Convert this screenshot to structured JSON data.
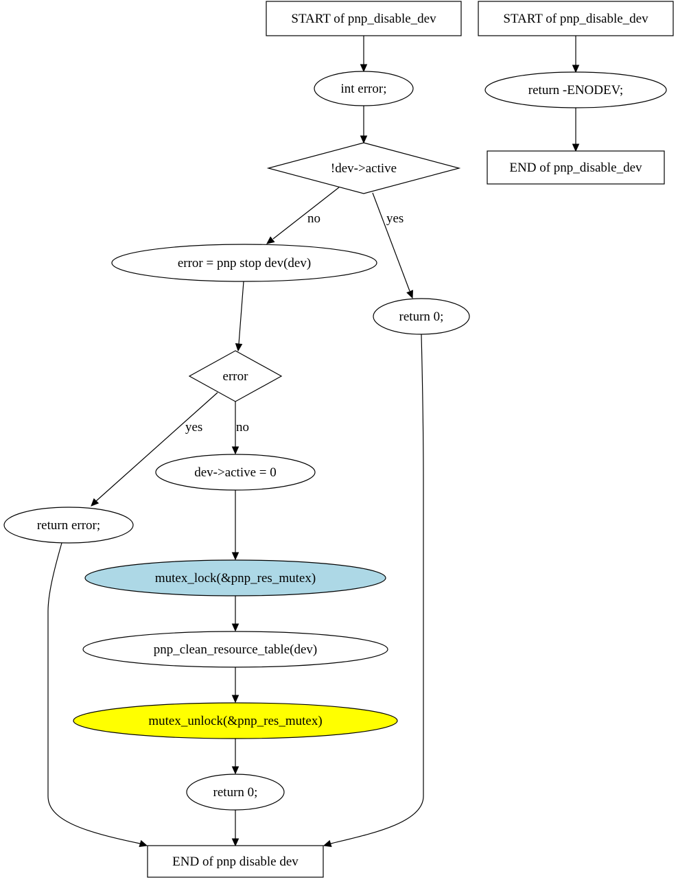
{
  "nodes": [
    {
      "id": "start1",
      "label": "START of pnp_disable_dev",
      "shape": "rect",
      "fill": "#ffffff"
    },
    {
      "id": "int_error",
      "label": "int error;",
      "shape": "ellipse",
      "fill": "#ffffff"
    },
    {
      "id": "dev_active_check",
      "label": "!dev->active",
      "shape": "diamond",
      "fill": "#ffffff"
    },
    {
      "id": "error_assign",
      "label": "error = pnp  stop  dev(dev)",
      "shape": "ellipse",
      "fill": "#ffffff"
    },
    {
      "id": "return0_a",
      "label": "return 0;",
      "shape": "ellipse",
      "fill": "#ffffff"
    },
    {
      "id": "error_check",
      "label": "error",
      "shape": "diamond",
      "fill": "#ffffff"
    },
    {
      "id": "set_inactive",
      "label": "dev->active = 0",
      "shape": "ellipse",
      "fill": "#ffffff"
    },
    {
      "id": "return_error",
      "label": "return error;",
      "shape": "ellipse",
      "fill": "#ffffff"
    },
    {
      "id": "mutex_lock",
      "label": "mutex_lock(&pnp_res_mutex)",
      "shape": "ellipse",
      "fill": "#add8e6"
    },
    {
      "id": "clean_table",
      "label": "pnp_clean_resource_table(dev)",
      "shape": "ellipse",
      "fill": "#ffffff"
    },
    {
      "id": "mutex_unlock",
      "label": "mutex_unlock(&pnp_res_mutex)",
      "shape": "ellipse",
      "fill": "#ffff00"
    },
    {
      "id": "return0_b",
      "label": "return 0;",
      "shape": "ellipse",
      "fill": "#ffffff"
    },
    {
      "id": "end1",
      "label": "END of pnp  disable  dev",
      "shape": "rect",
      "fill": "#ffffff"
    },
    {
      "id": "start2",
      "label": "START of pnp_disable_dev",
      "shape": "rect",
      "fill": "#ffffff"
    },
    {
      "id": "return_enodev",
      "label": "return -ENODEV;",
      "shape": "ellipse",
      "fill": "#ffffff"
    },
    {
      "id": "end2",
      "label": "END of pnp_disable_dev",
      "shape": "rect",
      "fill": "#ffffff"
    }
  ],
  "edges": [
    {
      "from": "start1",
      "to": "int_error",
      "label": ""
    },
    {
      "from": "int_error",
      "to": "dev_active_check",
      "label": ""
    },
    {
      "from": "dev_active_check",
      "to": "error_assign",
      "label": "no"
    },
    {
      "from": "dev_active_check",
      "to": "return0_a",
      "label": "yes"
    },
    {
      "from": "error_assign",
      "to": "error_check",
      "label": ""
    },
    {
      "from": "error_check",
      "to": "return_error",
      "label": "yes"
    },
    {
      "from": "error_check",
      "to": "set_inactive",
      "label": "no"
    },
    {
      "from": "set_inactive",
      "to": "mutex_lock",
      "label": ""
    },
    {
      "from": "mutex_lock",
      "to": "clean_table",
      "label": ""
    },
    {
      "from": "clean_table",
      "to": "mutex_unlock",
      "label": ""
    },
    {
      "from": "mutex_unlock",
      "to": "return0_b",
      "label": ""
    },
    {
      "from": "return0_b",
      "to": "end1",
      "label": ""
    },
    {
      "from": "return_error",
      "to": "end1",
      "label": ""
    },
    {
      "from": "return0_a",
      "to": "end1",
      "label": ""
    },
    {
      "from": "start2",
      "to": "return_enodev",
      "label": ""
    },
    {
      "from": "return_enodev",
      "to": "end2",
      "label": ""
    }
  ]
}
